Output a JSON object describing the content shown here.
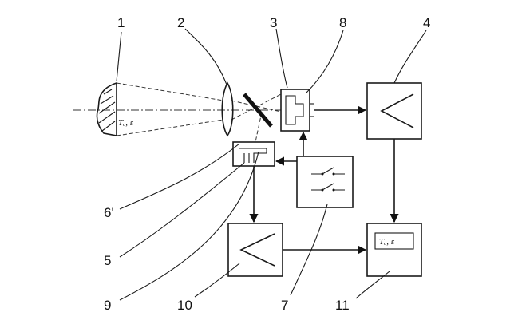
{
  "labels": [
    "1",
    "2",
    "3",
    "8",
    "4",
    "6'",
    "5",
    "9",
    "10",
    "7",
    "11"
  ],
  "object_text": "Tₒ, ε",
  "display_text": "Tₒ, ε"
}
